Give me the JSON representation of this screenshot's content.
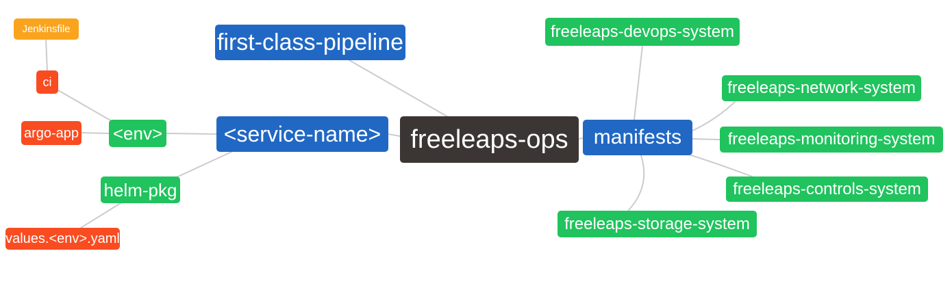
{
  "diagram": {
    "background": "#ffffff",
    "edge_color": "#cccccc",
    "colors": {
      "blue": "#2168c4",
      "green": "#20c35d",
      "amber": "#faa41e",
      "red_orange": "#f94c21",
      "dark": "#3b3633"
    },
    "nodes": {
      "jenkinsfile": {
        "label": "Jenkinsfile",
        "color": "#faa41e"
      },
      "ci": {
        "label": "ci",
        "color": "#f94c21"
      },
      "argo_app": {
        "label": "argo-app",
        "color": "#f94c21"
      },
      "env": {
        "label": "<env>",
        "color": "#20c35d"
      },
      "helm_pkg": {
        "label": "helm-pkg",
        "color": "#20c35d"
      },
      "values_env_yaml": {
        "label": "values.<env>.yaml",
        "color": "#f94c21"
      },
      "first_class_pipeline": {
        "label": "first-class-pipeline",
        "color": "#2168c4"
      },
      "service_name": {
        "label": "<service-name>",
        "color": "#2168c4"
      },
      "freeleaps_ops": {
        "label": "freeleaps-ops",
        "color": "#3b3633"
      },
      "manifests": {
        "label": "manifests",
        "color": "#2168c4"
      },
      "devops_system": {
        "label": "freeleaps-devops-system",
        "color": "#20c35d"
      },
      "network_system": {
        "label": "freeleaps-network-system",
        "color": "#20c35d"
      },
      "monitoring_system": {
        "label": "freeleaps-monitoring-system",
        "color": "#20c35d"
      },
      "controls_system": {
        "label": "freeleaps-controls-system",
        "color": "#20c35d"
      },
      "storage_system": {
        "label": "freeleaps-storage-system",
        "color": "#20c35d"
      }
    },
    "edges": [
      {
        "from": "jenkinsfile",
        "to": "ci"
      },
      {
        "from": "ci",
        "to": "env"
      },
      {
        "from": "argo_app",
        "to": "env"
      },
      {
        "from": "env",
        "to": "service_name"
      },
      {
        "from": "helm_pkg",
        "to": "service_name"
      },
      {
        "from": "values_env_yaml",
        "to": "helm_pkg"
      },
      {
        "from": "first_class_pipeline",
        "to": "freeleaps_ops"
      },
      {
        "from": "service_name",
        "to": "freeleaps_ops"
      },
      {
        "from": "freeleaps_ops",
        "to": "manifests"
      },
      {
        "from": "manifests",
        "to": "devops_system"
      },
      {
        "from": "manifests",
        "to": "network_system"
      },
      {
        "from": "manifests",
        "to": "monitoring_system"
      },
      {
        "from": "manifests",
        "to": "controls_system"
      },
      {
        "from": "manifests",
        "to": "storage_system"
      }
    ]
  }
}
